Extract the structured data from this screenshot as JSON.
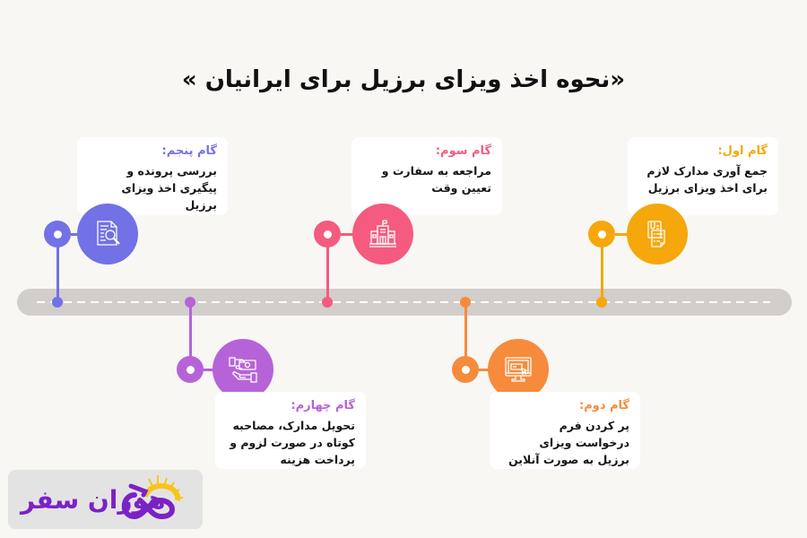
{
  "title": "«نحوه اخذ ویزای برزیل برای ایرانیان »",
  "colors": {
    "background": "#f8f7f4",
    "road": "#d1cecb",
    "step1": "#f5a70c",
    "step2": "#f68b3b",
    "step3": "#f45b7e",
    "step4": "#b663d8",
    "step5": "#7271e6",
    "brand": "#7b22c4"
  },
  "steps": [
    {
      "id": 1,
      "title": "گام اول:",
      "lines": [
        "جمع آوری مدارک لازم",
        "برای اخذ ویزای برزیل"
      ],
      "icon": "documents-icon",
      "color": "#f5a70c"
    },
    {
      "id": 2,
      "title": "گام دوم:",
      "lines": [
        "پر کردن فرم",
        "درخواست ویزای",
        "برزیل به صورت آنلاین"
      ],
      "icon": "computer-form-icon",
      "color": "#f68b3b"
    },
    {
      "id": 3,
      "title": "گام سوم:",
      "lines": [
        "مراجعه به سفارت و",
        "تعیین وقت"
      ],
      "icon": "embassy-building-icon",
      "color": "#f45b7e"
    },
    {
      "id": 4,
      "title": "گام چهارم:",
      "lines": [
        "تحویل مدارک، مصاحبه",
        "کوتاه در صورت لزوم و",
        "پرداخت هزینه"
      ],
      "icon": "hand-money-icon",
      "color": "#b663d8"
    },
    {
      "id": 5,
      "title": "گام پنجم:",
      "lines": [
        "بررسی پرونده و",
        "پیگیری اخذ ویزای",
        "برزیل"
      ],
      "icon": "document-search-icon",
      "color": "#7271e6"
    }
  ],
  "logo": {
    "text": "هوران سفر"
  }
}
